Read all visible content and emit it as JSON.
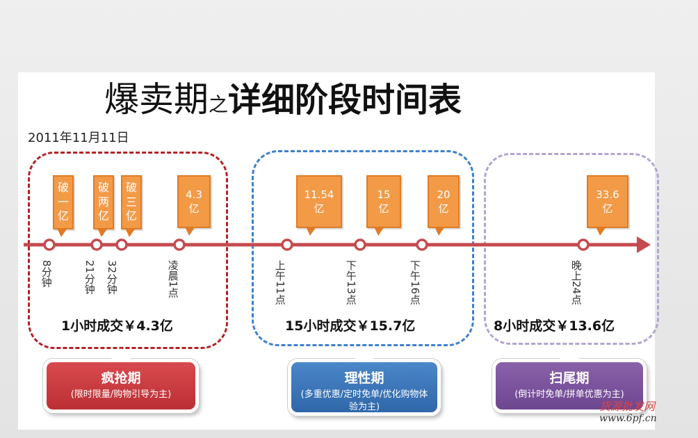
{
  "title": {
    "part1": "爆卖期",
    "part2": "之",
    "part3": "详细阶段时间表"
  },
  "date": "2011年11月11日",
  "colors": {
    "red": "#b42024",
    "blue": "#3e7fcf",
    "purple": "#b3a4cf",
    "orange": "#f39a47",
    "axis": "#c44a4e"
  },
  "callouts": [
    {
      "id": "c1",
      "text": "破一亿"
    },
    {
      "id": "c2",
      "text": "破两亿"
    },
    {
      "id": "c3",
      "text": "破三亿"
    },
    {
      "id": "c4",
      "line1": "4.3",
      "line2": "亿"
    },
    {
      "id": "c5",
      "line1": "11.54",
      "line2": "亿"
    },
    {
      "id": "c6",
      "line1": "15",
      "line2": "亿"
    },
    {
      "id": "c7",
      "line1": "20",
      "line2": "亿"
    },
    {
      "id": "c8",
      "line1": "33.6",
      "line2": "亿"
    }
  ],
  "time_labels": [
    "8分钟",
    "21分钟",
    "32分钟",
    "凌晨1点",
    "上午11点",
    "下午13点",
    "下午16点",
    "晚上24点"
  ],
  "summaries": [
    "1小时成交￥4.3亿",
    "15小时成交￥15.7亿",
    "8小时成交￥13.6亿"
  ],
  "phases": [
    {
      "name": "疯抢期",
      "desc": "(限时限量/购物引导为主)"
    },
    {
      "name": "理性期",
      "desc": "(多重优惠/定时免单/优化购物体验为主)"
    },
    {
      "name": "扫尾期",
      "desc": "(倒计时免单/拼单优惠为主)"
    }
  ],
  "watermark": {
    "line1": "货源批发网",
    "line2": "www.6pf.cn"
  }
}
